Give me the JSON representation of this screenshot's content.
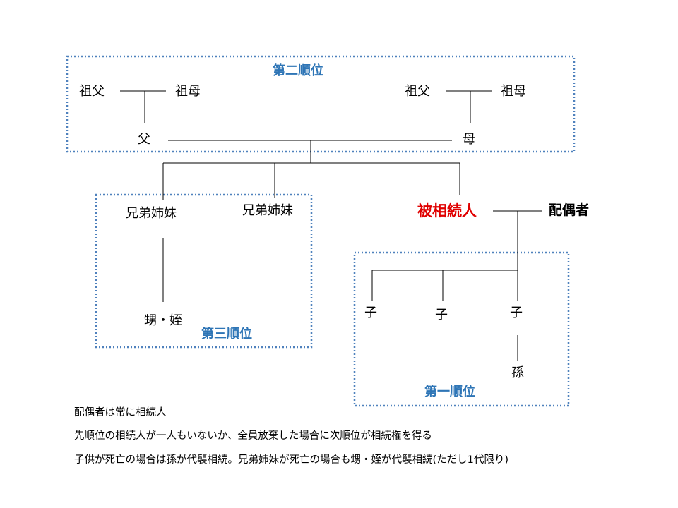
{
  "colors": {
    "group_border": "#4f81bd",
    "group_title": "#2e75b6",
    "decedent": "#e00000"
  },
  "groups": {
    "second": {
      "title": "第二順位"
    },
    "third": {
      "title": "第三順位"
    },
    "first": {
      "title": "第一順位"
    }
  },
  "nodes": {
    "grandfather_paternal": "祖父",
    "grandmother_paternal": "祖母",
    "grandfather_maternal": "祖父",
    "grandmother_maternal": "祖母",
    "father": "父",
    "mother": "母",
    "sibling_1": "兄弟姉妹",
    "sibling_2": "兄弟姉妹",
    "nephew_niece": "甥・姪",
    "decedent": "被相続人",
    "spouse": "配偶者",
    "child_1": "子",
    "child_2": "子",
    "child_3": "子",
    "grandchild": "孫"
  },
  "notes": [
    "配偶者は常に相続人",
    "先順位の相続人が一人もいないか、全員放棄した場合に次順位が相続権を得る",
    "子供が死亡の場合は孫が代襲相続。兄弟姉妹が死亡の場合も甥・姪が代襲相続(ただし1代限り)"
  ]
}
